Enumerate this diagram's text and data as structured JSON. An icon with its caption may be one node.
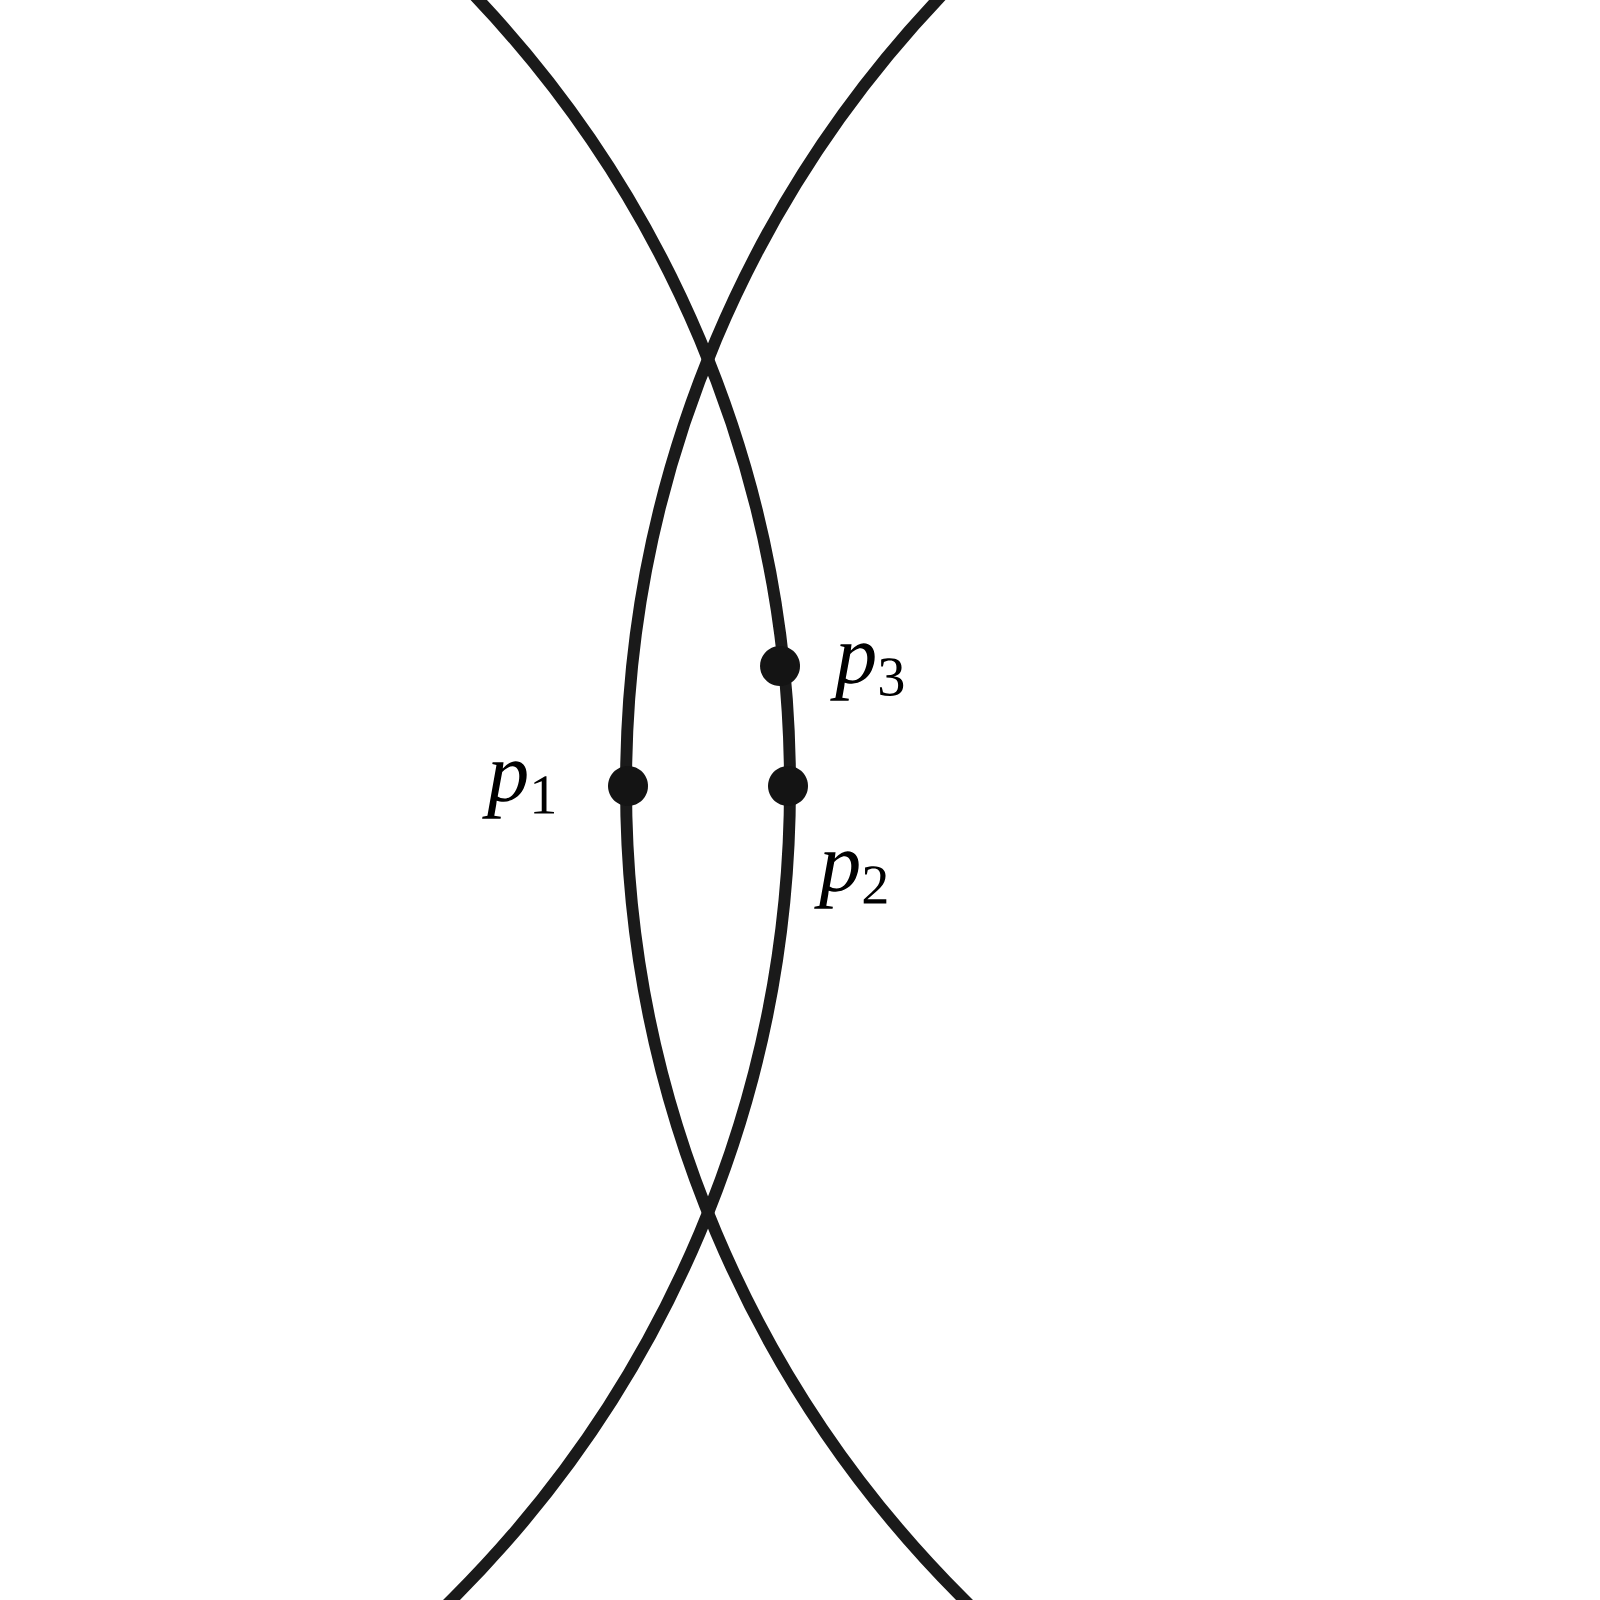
{
  "diagram": {
    "labels": [
      "*p*$_{1}$",
      "*p*$_{3}$",
      "*p*$_{2}$"
    ]
  }
}
